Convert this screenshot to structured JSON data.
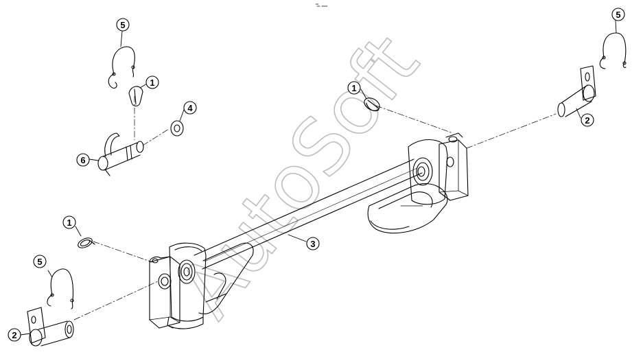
{
  "diagram": {
    "type": "exploded-parts-view",
    "line_color": "#000000",
    "background_color": "#ffffff",
    "watermark": {
      "text": "AutoSoft",
      "color": "#bdbdbd"
    }
  },
  "callouts": [
    {
      "id": "c-5-top-left",
      "label": "5"
    },
    {
      "id": "c-1-top-left",
      "label": "1"
    },
    {
      "id": "c-4",
      "label": "4"
    },
    {
      "id": "c-6",
      "label": "6"
    },
    {
      "id": "c-1-center",
      "label": "1"
    },
    {
      "id": "c-5-top-right",
      "label": "5"
    },
    {
      "id": "c-2-right",
      "label": "2"
    },
    {
      "id": "c-3",
      "label": "3"
    },
    {
      "id": "c-1-left",
      "label": "1"
    },
    {
      "id": "c-5-bottom-left",
      "label": "5"
    },
    {
      "id": "c-2-bottom-left",
      "label": "2"
    }
  ]
}
